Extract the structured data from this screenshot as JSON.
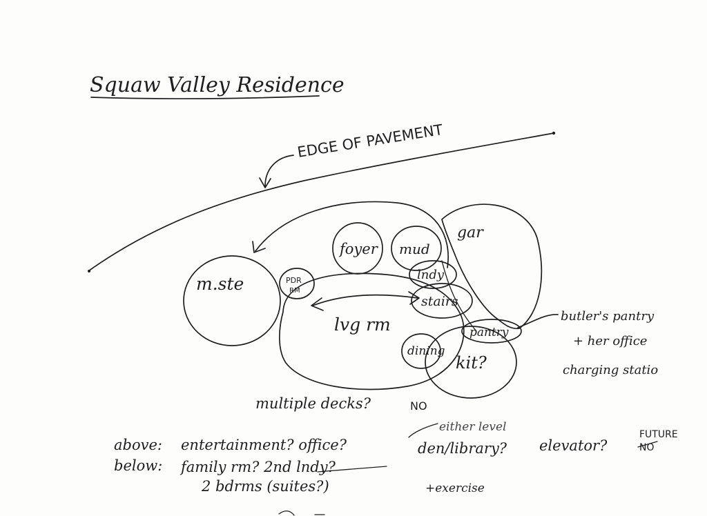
{
  "title": "Squaw Valley Residence",
  "edge_label": "EDGE OF PAVEMENT",
  "rooms": {
    "mste": "m.ste",
    "pdr_line1": "PDR",
    "pdr_line2": "RM",
    "foyer": "foyer",
    "mud": "mud",
    "gar": "gar",
    "lndy": "lndy",
    "stairs": "stairs",
    "lvg_rm": "lvg rm",
    "pantry": "pantry",
    "dining": "dining",
    "kit": "kit?"
  },
  "callout": {
    "line1": "butler's pantry",
    "line2": "+ her office",
    "line3": "charging statio"
  },
  "notes": {
    "decks": "multiple decks?",
    "decks_answer": "NO",
    "either_level": "either level",
    "above_label": "above:",
    "above_items": "entertainment? office?",
    "den_library": "den/library?",
    "elevator": "elevator?",
    "future": "FUTURE",
    "elevator_no": "NO",
    "below_label": "below:",
    "below_items": "family rm? 2nd lndy?",
    "bdrms": "2 bdrms (suites?)",
    "exercise": "+exercise"
  }
}
